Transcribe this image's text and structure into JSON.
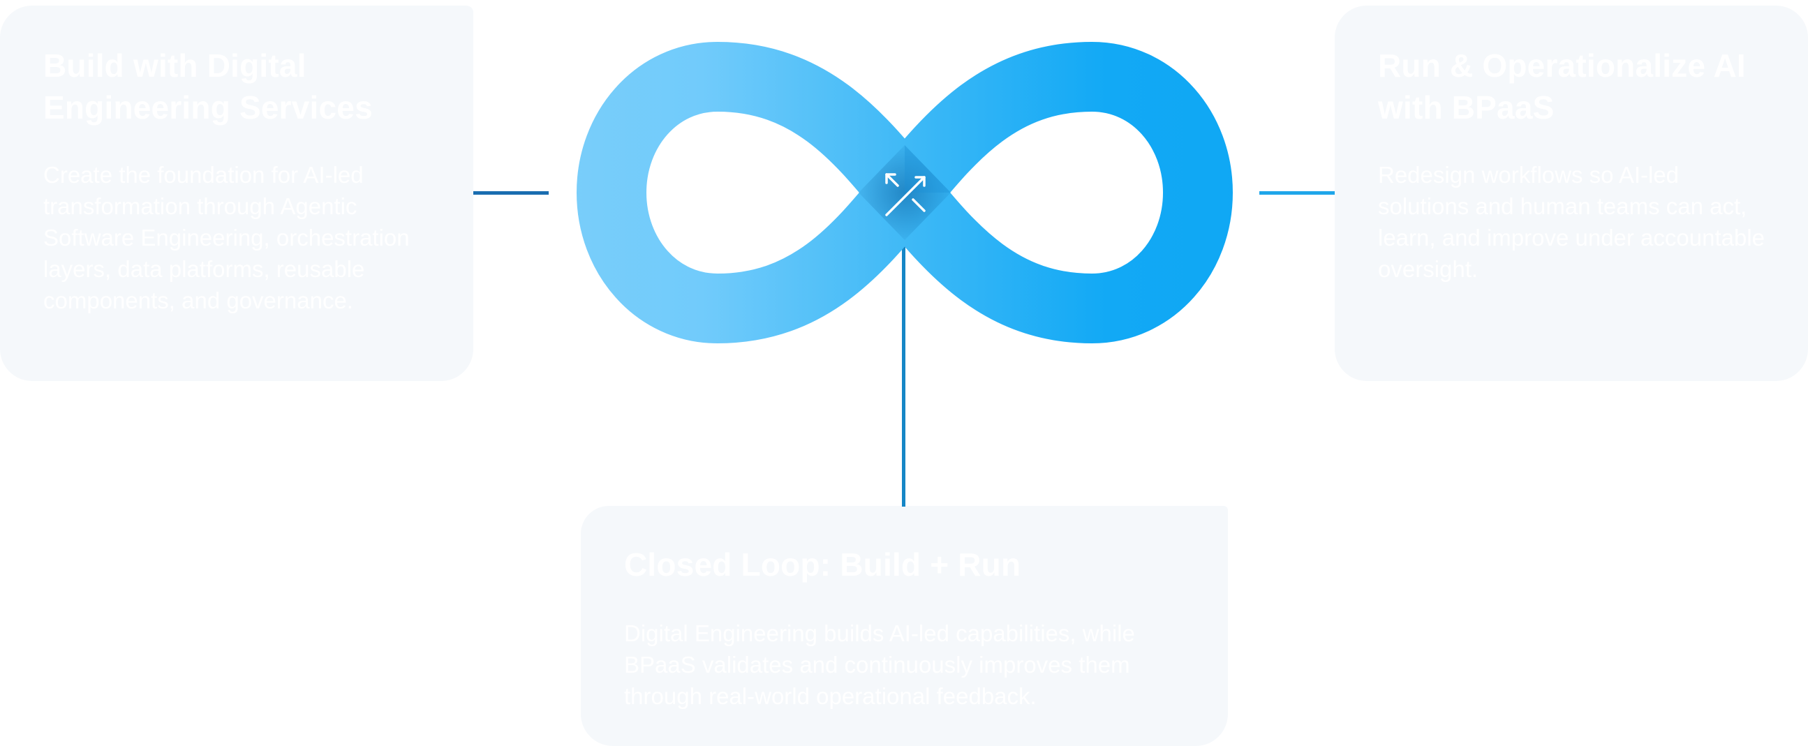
{
  "cards": {
    "build": {
      "title": "Build with Digital Engineering Services",
      "text": "Create the foundation for AI-led transformation through Agentic Software Engineering, orchestration layers, data platforms, reusable components, and governance."
    },
    "run": {
      "title": "Run & Operationalize AI with BPaaS",
      "text": "Redesign workflows so AI-led solutions and human teams can act, learn, and improve under accountable oversight."
    },
    "loop": {
      "title": "Closed Loop: Build + Run",
      "text": "Digital Engineering builds AI-led capabilities, while BPaaS validates and continuously improves them through real-world operational feedback."
    }
  },
  "center_icon": "arrows-exchange-icon",
  "colors": {
    "card_bg": "#f5f8fb",
    "loop_light": "#76cdfa",
    "loop_dark": "#0ea8f5",
    "connector_left": "#1a6db0",
    "connector_right": "#1fa6ea",
    "connector_down": "#1586c6"
  }
}
